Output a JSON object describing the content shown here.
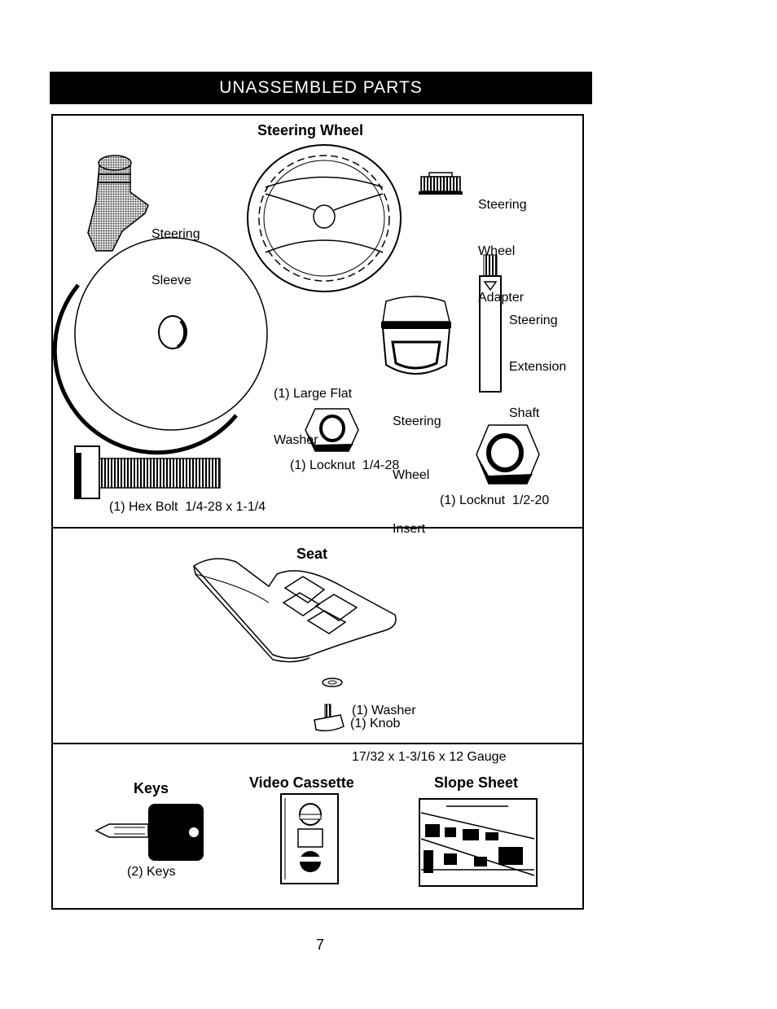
{
  "header": {
    "title": "UNASSEMBLED PARTS"
  },
  "steering_section": {
    "heading": "Steering Wheel",
    "steering_sleeve": [
      "Steering",
      "Sleeve"
    ],
    "steering_wheel_adapter": [
      "Steering",
      "Wheel",
      "Adapter"
    ],
    "steering_extension_shaft": [
      "Steering",
      "Extension",
      "Shaft"
    ],
    "large_flat_washer": [
      "(1) Large Flat",
      "Washer"
    ],
    "steering_wheel_insert": [
      "Steering",
      "Wheel",
      "Insert"
    ],
    "locknut_small": "(1) Locknut  1/4-28",
    "locknut_large": "(1) Locknut  1/2-20",
    "hex_bolt": "(1) Hex Bolt  1/4-28 x 1-1/4"
  },
  "seat_section": {
    "heading": "Seat",
    "washer": [
      "(1) Washer",
      "17/32 x 1-3/16 x 12 Gauge"
    ],
    "knob": "(1) Knob"
  },
  "misc_section": {
    "keys_heading": "Keys",
    "keys_label": "(2) Keys",
    "video_heading": "Video Cassette",
    "slope_heading": "Slope Sheet"
  },
  "footer": {
    "page_number": "7"
  }
}
